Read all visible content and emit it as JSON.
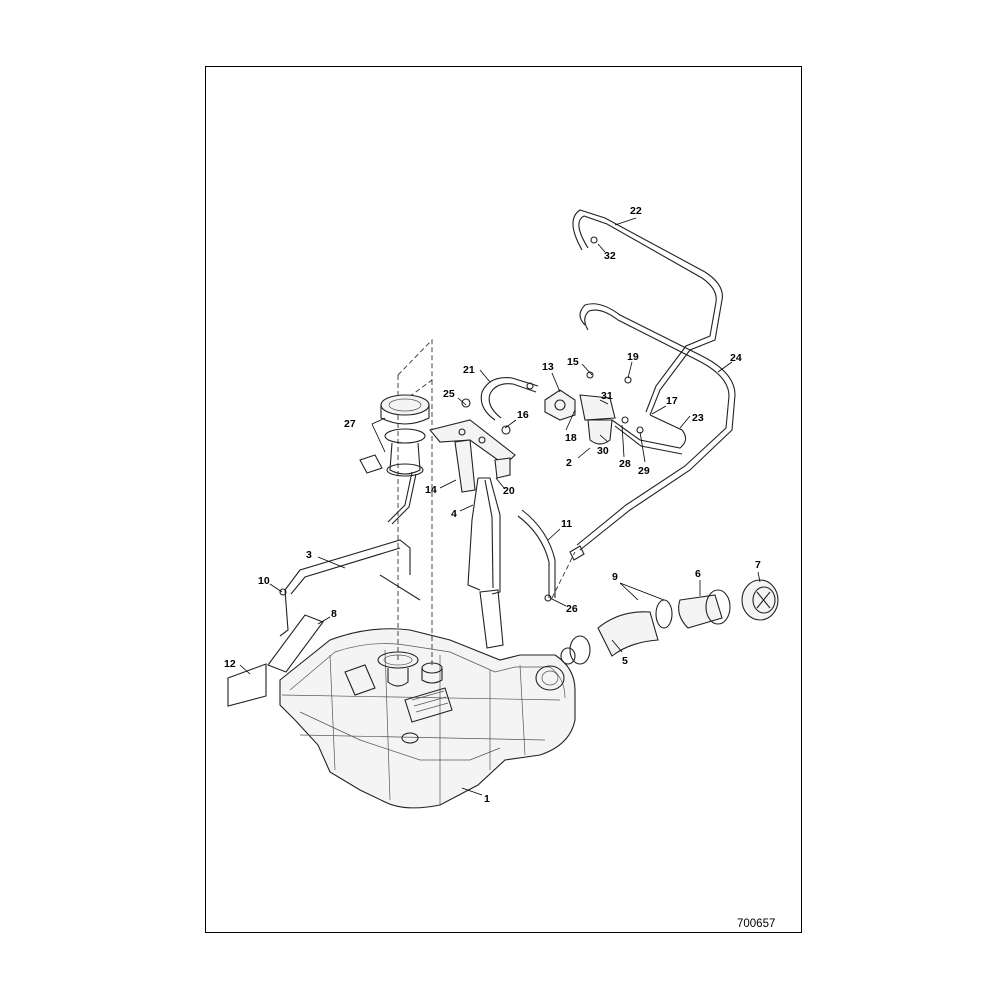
{
  "drawing_number": "700657",
  "callouts": [
    "1",
    "2",
    "3",
    "4",
    "5",
    "6",
    "7",
    "8",
    "9",
    "10",
    "11",
    "12",
    "13",
    "14",
    "15",
    "16",
    "17",
    "18",
    "19",
    "20",
    "21",
    "22",
    "23",
    "24",
    "25",
    "26",
    "27",
    "28",
    "29",
    "30",
    "31",
    "32"
  ],
  "icons": {
    "fuel_tank": "fuel-tank-icon",
    "fuel_pump": "fuel-pump-module-icon",
    "filler_cap": "filler-cap-icon"
  }
}
